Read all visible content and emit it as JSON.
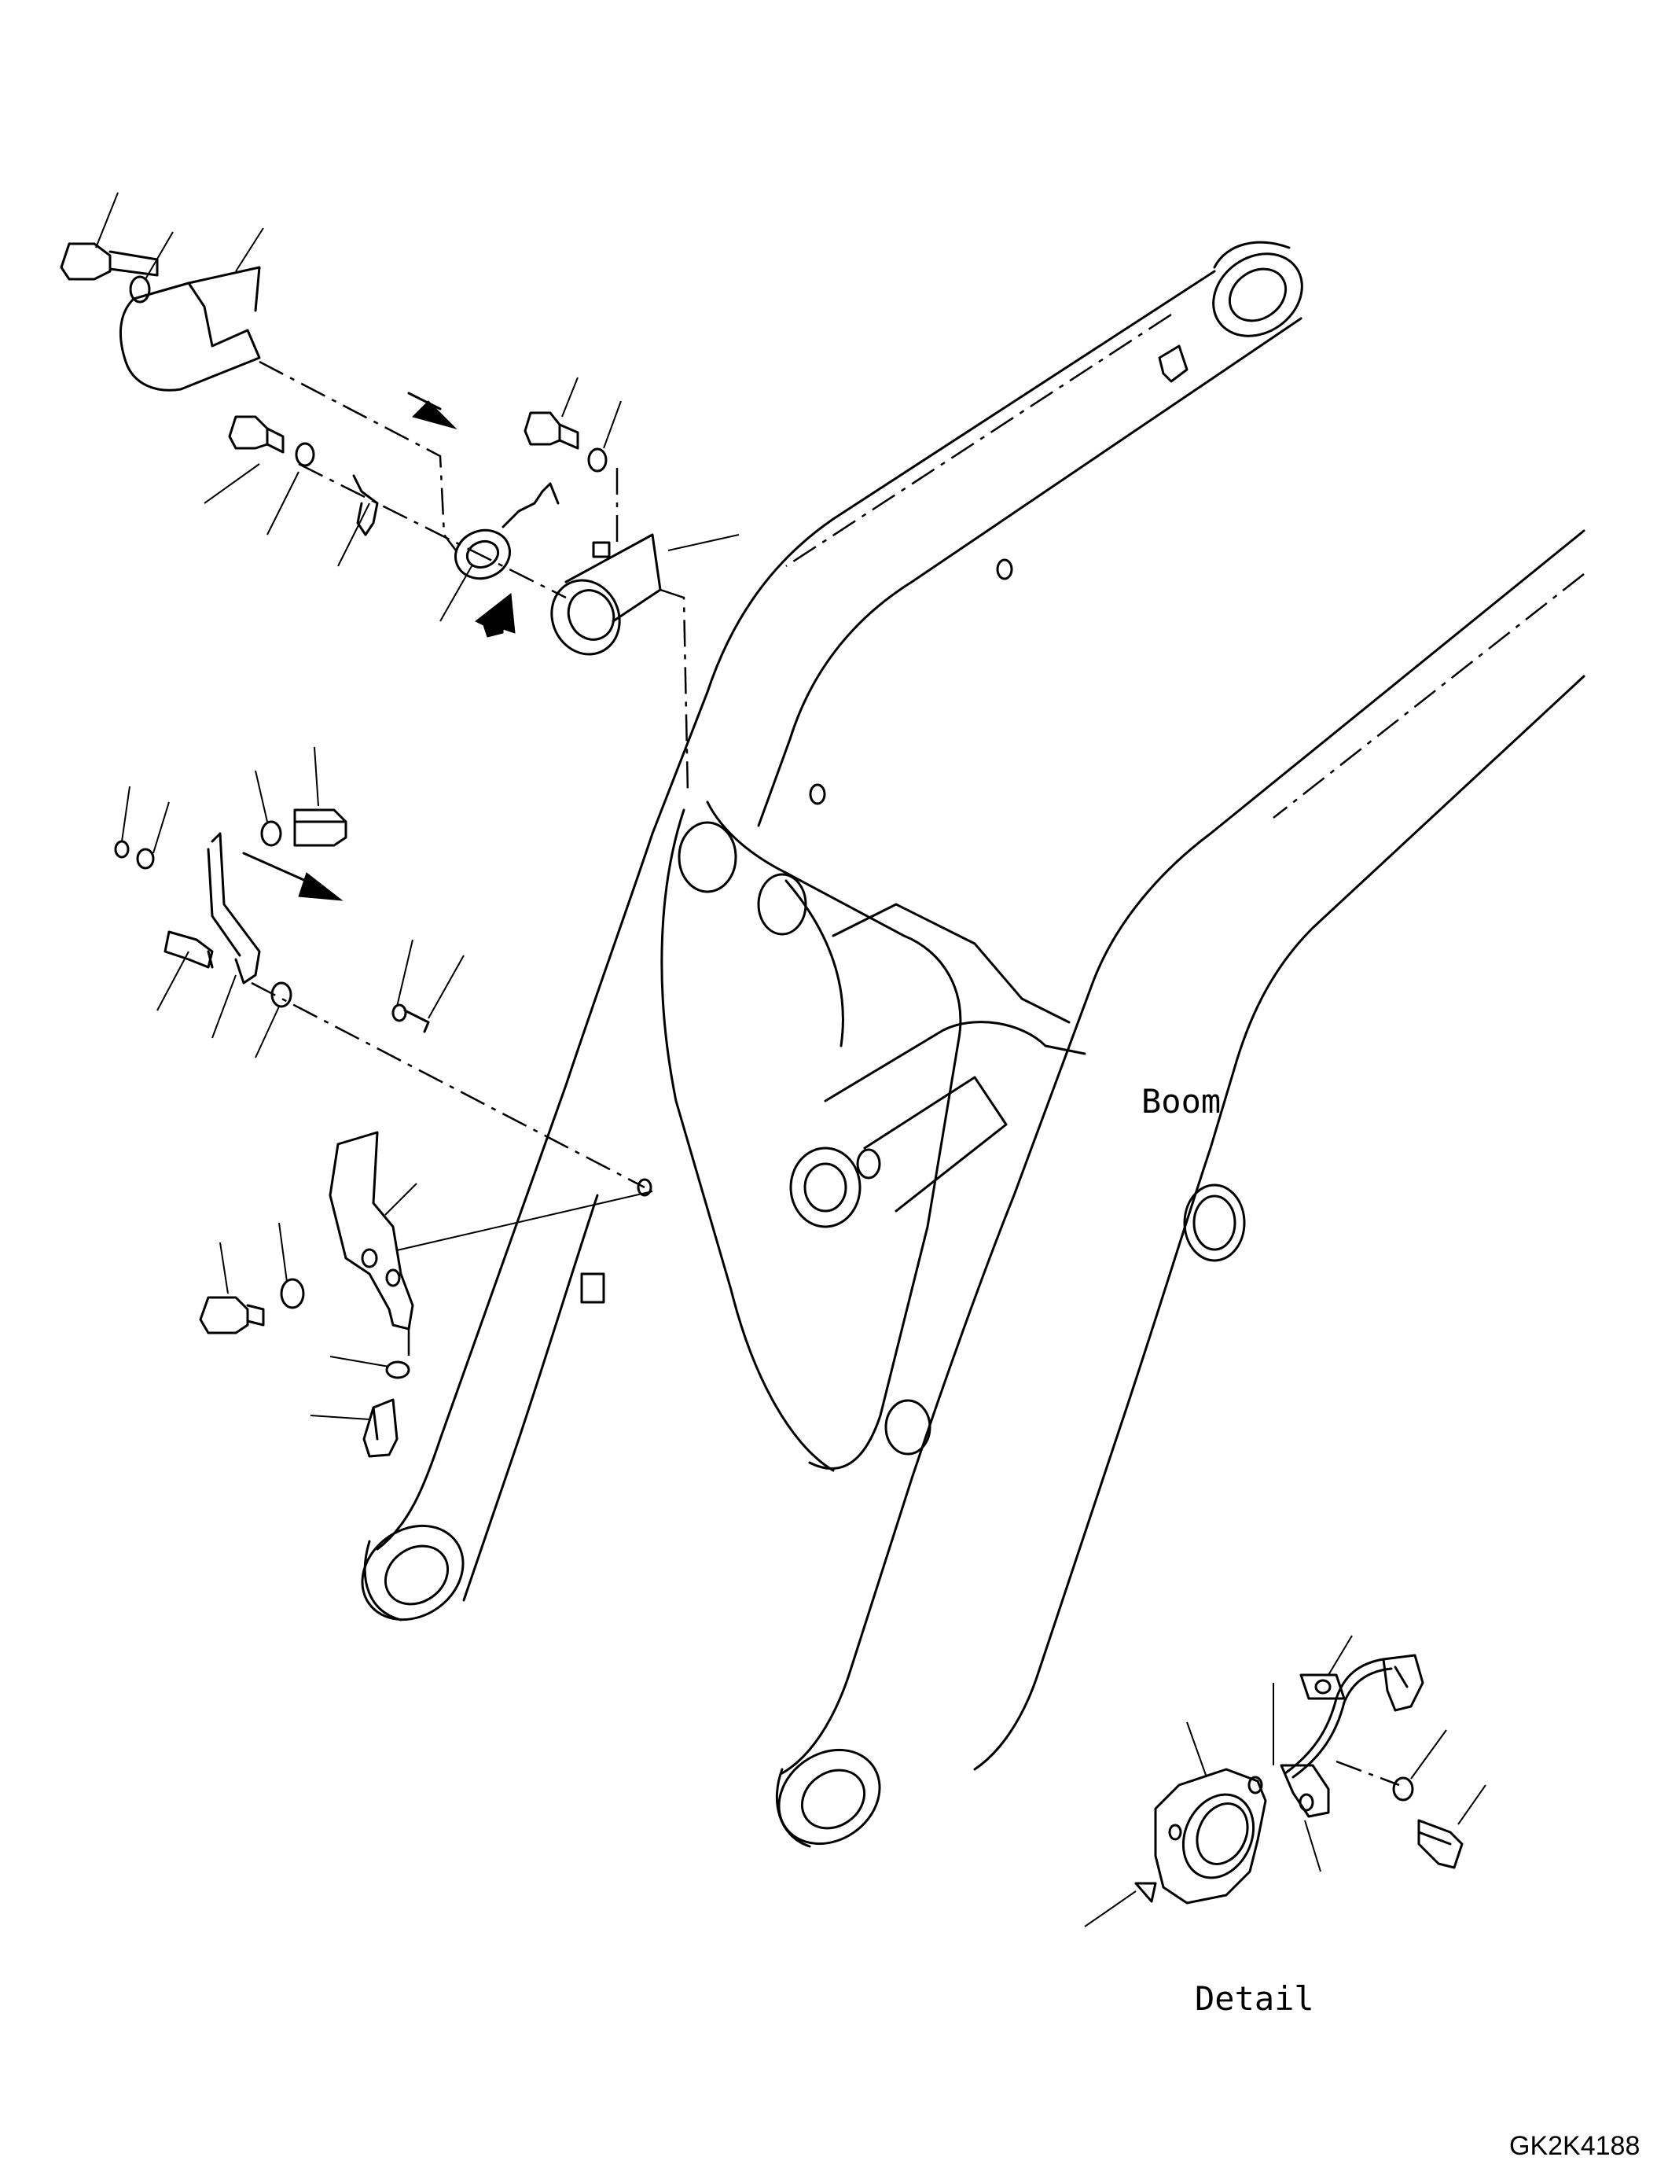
{
  "labels": {
    "boom": "Boom",
    "detail": "Detail",
    "drawing_code": "GK2K4188"
  }
}
